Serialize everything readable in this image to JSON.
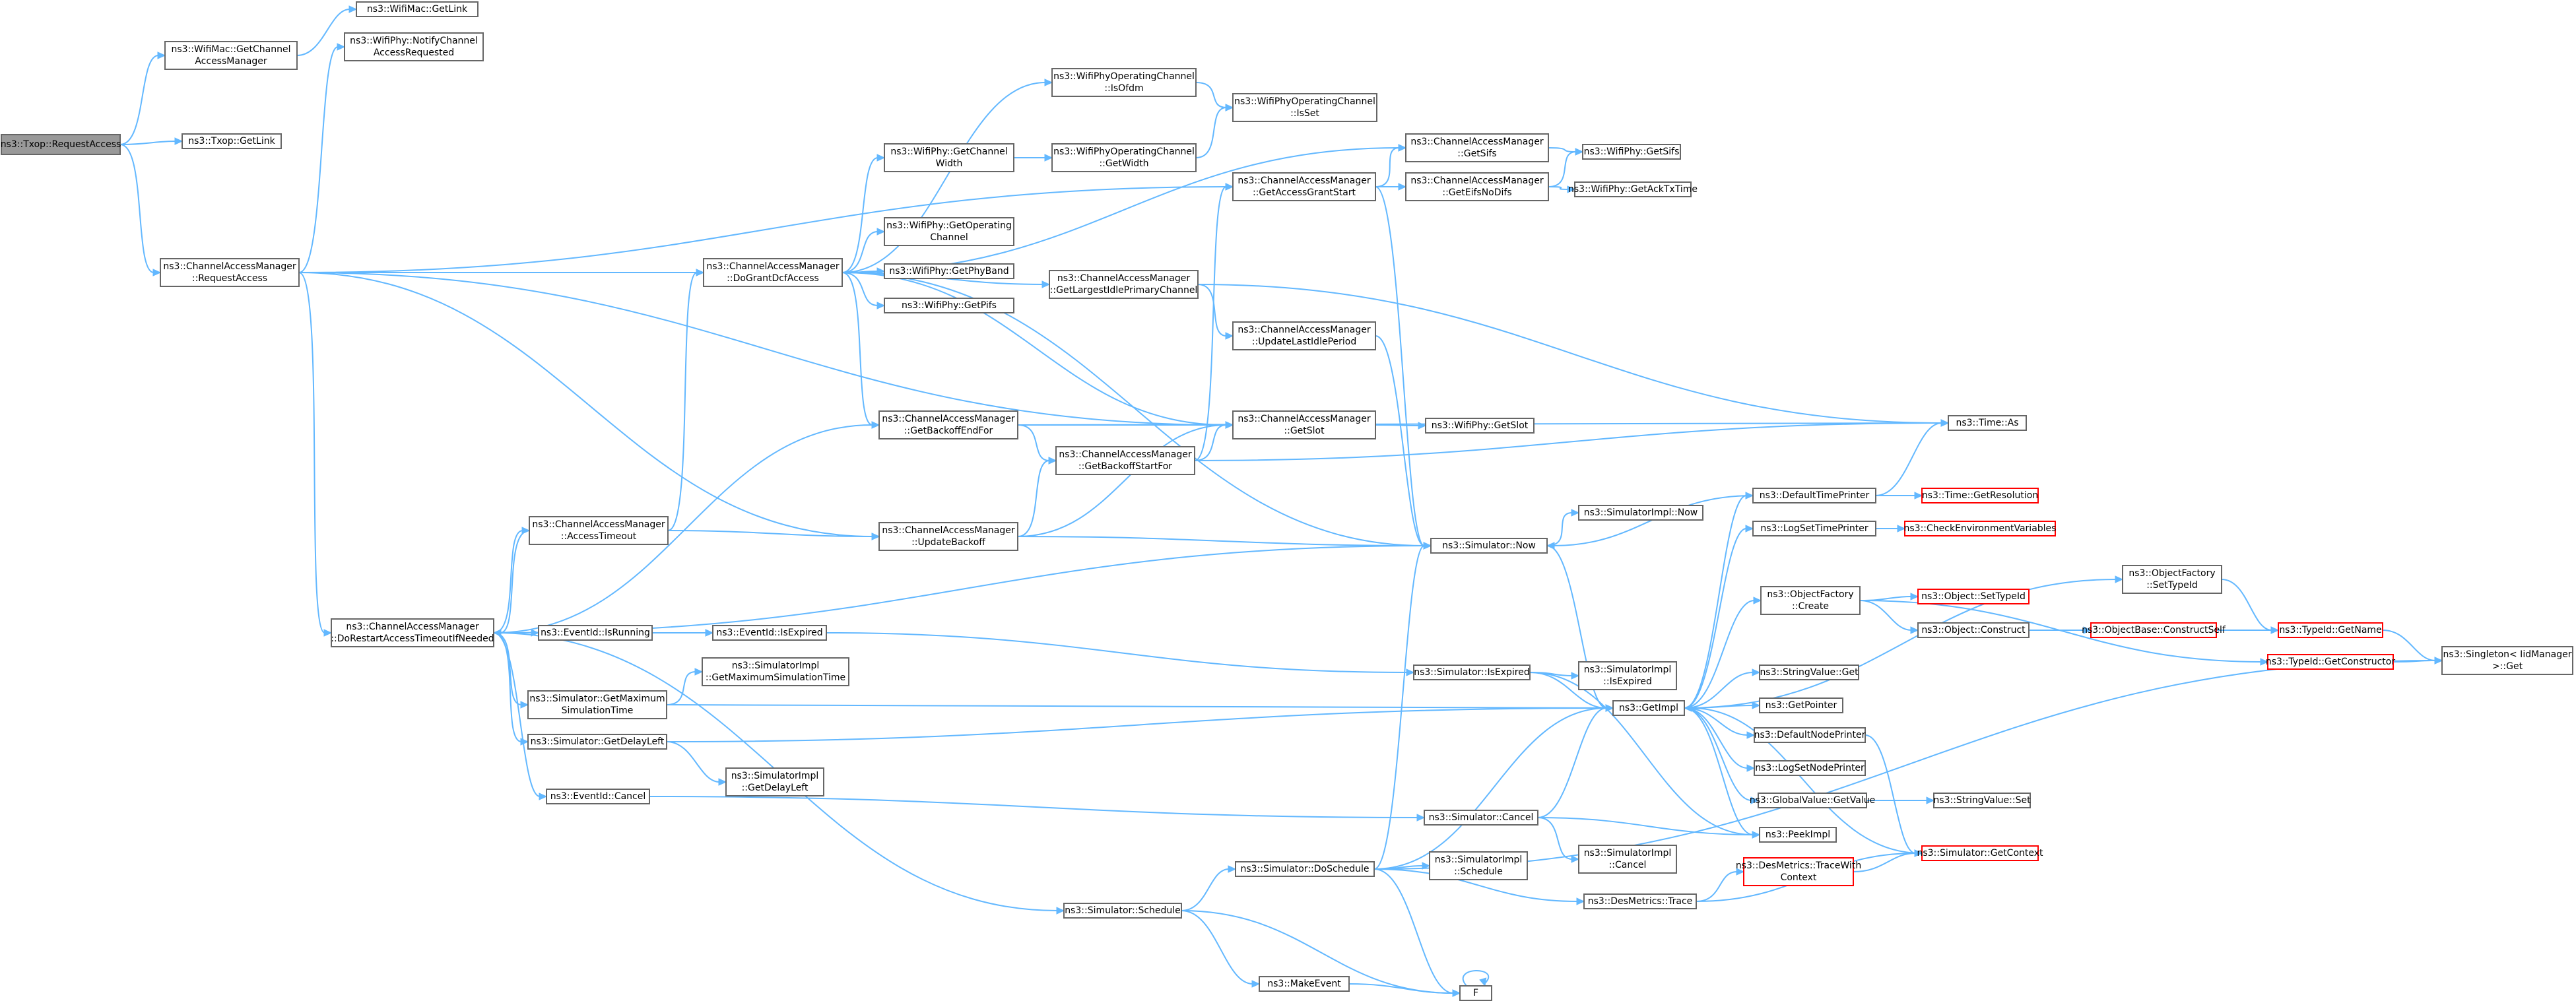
{
  "diagram": {
    "type": "call-graph",
    "nodes": [
      {
        "id": "root",
        "lines": [
          "ns3::Txop::RequestAccess"
        ],
        "style": "root"
      },
      {
        "id": "getca",
        "lines": [
          "ns3::WifiMac::GetChannel",
          "AccessManager"
        ]
      },
      {
        "id": "getlink_mac",
        "lines": [
          "ns3::WifiMac::GetLink"
        ]
      },
      {
        "id": "notify",
        "lines": [
          "ns3::WifiPhy::NotifyChannel",
          "AccessRequested"
        ]
      },
      {
        "id": "txop_getlink",
        "lines": [
          "ns3::Txop::GetLink"
        ]
      },
      {
        "id": "cam_req",
        "lines": [
          "ns3::ChannelAccessManager",
          "::RequestAccess"
        ]
      },
      {
        "id": "dogrant",
        "lines": [
          "ns3::ChannelAccessManager",
          "::DoGrantDcfAccess"
        ]
      },
      {
        "id": "isofdm",
        "lines": [
          "ns3::WifiPhyOperatingChannel",
          "::IsOfdm"
        ]
      },
      {
        "id": "isset",
        "lines": [
          "ns3::WifiPhyOperatingChannel",
          "::IsSet"
        ]
      },
      {
        "id": "getchwidth",
        "lines": [
          "ns3::WifiPhy::GetChannel",
          "Width"
        ]
      },
      {
        "id": "getwidth",
        "lines": [
          "ns3::WifiPhyOperatingChannel",
          "::GetWidth"
        ]
      },
      {
        "id": "getopch",
        "lines": [
          "ns3::WifiPhy::GetOperating",
          "Channel"
        ]
      },
      {
        "id": "getphyband",
        "lines": [
          "ns3::WifiPhy::GetPhyBand"
        ]
      },
      {
        "id": "getpifs",
        "lines": [
          "ns3::WifiPhy::GetPifs"
        ]
      },
      {
        "id": "getlargest",
        "lines": [
          "ns3::ChannelAccessManager",
          "::GetLargestIdlePrimaryChannel"
        ]
      },
      {
        "id": "updlastidle",
        "lines": [
          "ns3::ChannelAccessManager",
          "::UpdateLastIdlePeriod"
        ]
      },
      {
        "id": "getaccessgrant",
        "lines": [
          "ns3::ChannelAccessManager",
          "::GetAccessGrantStart"
        ]
      },
      {
        "id": "cam_getsifs",
        "lines": [
          "ns3::ChannelAccessManager",
          "::GetSifs"
        ]
      },
      {
        "id": "cam_geteifs",
        "lines": [
          "ns3::ChannelAccessManager",
          "::GetEifsNoDifs"
        ]
      },
      {
        "id": "phy_getsifs",
        "lines": [
          "ns3::WifiPhy::GetSifs"
        ]
      },
      {
        "id": "getacktx",
        "lines": [
          "ns3::WifiPhy::GetAckTxTime"
        ]
      },
      {
        "id": "getbackoffend",
        "lines": [
          "ns3::ChannelAccessManager",
          "::GetBackoffEndFor"
        ]
      },
      {
        "id": "getbackoffstart",
        "lines": [
          "ns3::ChannelAccessManager",
          "::GetBackoffStartFor"
        ]
      },
      {
        "id": "cam_getslot",
        "lines": [
          "ns3::ChannelAccessManager",
          "::GetSlot"
        ]
      },
      {
        "id": "phy_getslot",
        "lines": [
          "ns3::WifiPhy::GetSlot"
        ]
      },
      {
        "id": "timeas",
        "lines": [
          "ns3::Time::As"
        ]
      },
      {
        "id": "accesstimeout",
        "lines": [
          "ns3::ChannelAccessManager",
          "::AccessTimeout"
        ]
      },
      {
        "id": "updbackoff",
        "lines": [
          "ns3::ChannelAccessManager",
          "::UpdateBackoff"
        ]
      },
      {
        "id": "simnow",
        "lines": [
          "ns3::Simulator::Now"
        ]
      },
      {
        "id": "simimplnow",
        "lines": [
          "ns3::SimulatorImpl::Now"
        ]
      },
      {
        "id": "defaulttime",
        "lines": [
          "ns3::DefaultTimePrinter"
        ]
      },
      {
        "id": "getres",
        "lines": [
          "ns3::Time::GetResolution"
        ],
        "style": "trunc"
      },
      {
        "id": "logsettime",
        "lines": [
          "ns3::LogSetTimePrinter"
        ]
      },
      {
        "id": "checkenv",
        "lines": [
          "ns3::CheckEnvironmentVariables"
        ],
        "style": "trunc"
      },
      {
        "id": "dorestart",
        "lines": [
          "ns3::ChannelAccessManager",
          "::DoRestartAccessTimeoutIfNeeded"
        ]
      },
      {
        "id": "isrunning",
        "lines": [
          "ns3::EventId::IsRunning"
        ]
      },
      {
        "id": "isexpired",
        "lines": [
          "ns3::EventId::IsExpired"
        ]
      },
      {
        "id": "getmaxsim",
        "lines": [
          "ns3::Simulator::GetMaximum",
          "SimulationTime"
        ]
      },
      {
        "id": "impl_getmax",
        "lines": [
          "ns3::SimulatorImpl",
          "::GetMaximumSimulationTime"
        ]
      },
      {
        "id": "getdelayleft",
        "lines": [
          "ns3::Simulator::GetDelayLeft"
        ]
      },
      {
        "id": "impl_getdelay",
        "lines": [
          "ns3::SimulatorImpl",
          "::GetDelayLeft"
        ]
      },
      {
        "id": "evcancel",
        "lines": [
          "ns3::EventId::Cancel"
        ]
      },
      {
        "id": "sim_isexp",
        "lines": [
          "ns3::Simulator::IsExpired"
        ]
      },
      {
        "id": "impl_isexp",
        "lines": [
          "ns3::SimulatorImpl",
          "::IsExpired"
        ]
      },
      {
        "id": "getimpl",
        "lines": [
          "ns3::GetImpl"
        ]
      },
      {
        "id": "objfactcreate",
        "lines": [
          "ns3::ObjectFactory",
          "::Create"
        ]
      },
      {
        "id": "objsettype",
        "lines": [
          "ns3::Object::SetTypeId"
        ],
        "style": "trunc"
      },
      {
        "id": "objconstruct",
        "lines": [
          "ns3::Object::Construct"
        ]
      },
      {
        "id": "constructself",
        "lines": [
          "ns3::ObjectBase::ConstructSelf"
        ],
        "style": "trunc"
      },
      {
        "id": "typegetname",
        "lines": [
          "ns3::TypeId::GetName"
        ],
        "style": "trunc"
      },
      {
        "id": "typegetctor",
        "lines": [
          "ns3::TypeId::GetConstructor"
        ],
        "style": "trunc"
      },
      {
        "id": "objfactsettype",
        "lines": [
          "ns3::ObjectFactory",
          "::SetTypeId"
        ]
      },
      {
        "id": "singleton",
        "lines": [
          "ns3::Singleton< IidManager",
          ">::Get"
        ]
      },
      {
        "id": "strget",
        "lines": [
          "ns3::StringValue::Get"
        ]
      },
      {
        "id": "getpointer",
        "lines": [
          "ns3::GetPointer"
        ]
      },
      {
        "id": "defnodeprinter",
        "lines": [
          "ns3::DefaultNodePrinter"
        ]
      },
      {
        "id": "logsetnode",
        "lines": [
          "ns3::LogSetNodePrinter"
        ]
      },
      {
        "id": "gvget",
        "lines": [
          "ns3::GlobalValue::GetValue"
        ]
      },
      {
        "id": "strset",
        "lines": [
          "ns3::StringValue::Set"
        ]
      },
      {
        "id": "peekimpl",
        "lines": [
          "ns3::PeekImpl"
        ]
      },
      {
        "id": "simcancel",
        "lines": [
          "ns3::Simulator::Cancel"
        ]
      },
      {
        "id": "impl_cancel",
        "lines": [
          "ns3::SimulatorImpl",
          "::Cancel"
        ]
      },
      {
        "id": "simgetctx",
        "lines": [
          "ns3::Simulator::GetContext"
        ],
        "style": "trunc"
      },
      {
        "id": "destrace",
        "lines": [
          "ns3::DesMetrics::TraceWith",
          "Context"
        ],
        "style": "trunc"
      },
      {
        "id": "desmtrace",
        "lines": [
          "ns3::DesMetrics::Trace"
        ]
      },
      {
        "id": "doschedule",
        "lines": [
          "ns3::Simulator::DoSchedule"
        ]
      },
      {
        "id": "impl_sched",
        "lines": [
          "ns3::SimulatorImpl",
          "::Schedule"
        ]
      },
      {
        "id": "simschedule",
        "lines": [
          "ns3::Simulator::Schedule"
        ]
      },
      {
        "id": "makeevent",
        "lines": [
          "ns3::MakeEvent"
        ]
      },
      {
        "id": "F",
        "lines": [
          "F"
        ]
      }
    ],
    "edges": [
      [
        "root",
        "getca"
      ],
      [
        "root",
        "txop_getlink"
      ],
      [
        "root",
        "cam_req"
      ],
      [
        "getca",
        "getlink_mac"
      ],
      [
        "cam_req",
        "notify"
      ],
      [
        "cam_req",
        "dogrant"
      ],
      [
        "cam_req",
        "getaccessgrant"
      ],
      [
        "cam_req",
        "dorestart"
      ],
      [
        "cam_req",
        "updbackoff"
      ],
      [
        "cam_req",
        "cam_getslot"
      ],
      [
        "dogrant",
        "isofdm"
      ],
      [
        "dogrant",
        "getchwidth"
      ],
      [
        "dogrant",
        "getopch"
      ],
      [
        "dogrant",
        "getphyband"
      ],
      [
        "dogrant",
        "getpifs"
      ],
      [
        "dogrant",
        "getlargest"
      ],
      [
        "dogrant",
        "cam_getsifs"
      ],
      [
        "dogrant",
        "getbackoffend"
      ],
      [
        "dogrant",
        "cam_getslot"
      ],
      [
        "dogrant",
        "simnow"
      ],
      [
        "isofdm",
        "isset"
      ],
      [
        "getchwidth",
        "getwidth"
      ],
      [
        "getwidth",
        "isset"
      ],
      [
        "getlargest",
        "updlastidle"
      ],
      [
        "getlargest",
        "timeas"
      ],
      [
        "updlastidle",
        "simnow"
      ],
      [
        "getaccessgrant",
        "cam_getsifs"
      ],
      [
        "getaccessgrant",
        "cam_geteifs"
      ],
      [
        "getaccessgrant",
        "simnow"
      ],
      [
        "cam_getsifs",
        "phy_getsifs"
      ],
      [
        "cam_geteifs",
        "phy_getsifs"
      ],
      [
        "cam_geteifs",
        "getacktx"
      ],
      [
        "getbackoffend",
        "getbackoffstart"
      ],
      [
        "getbackoffend",
        "cam_getslot"
      ],
      [
        "getbackoffend",
        "timeas"
      ],
      [
        "getbackoffstart",
        "getaccessgrant"
      ],
      [
        "getbackoffstart",
        "cam_getslot"
      ],
      [
        "getbackoffstart",
        "timeas"
      ],
      [
        "cam_getslot",
        "phy_getslot"
      ],
      [
        "accesstimeout",
        "dogrant"
      ],
      [
        "accesstimeout",
        "dorestart"
      ],
      [
        "accesstimeout",
        "updbackoff"
      ],
      [
        "updbackoff",
        "getbackoffstart"
      ],
      [
        "updbackoff",
        "cam_getslot"
      ],
      [
        "updbackoff",
        "simnow"
      ],
      [
        "dorestart",
        "getbackoffend"
      ],
      [
        "dorestart",
        "accesstimeout"
      ],
      [
        "dorestart",
        "isrunning"
      ],
      [
        "dorestart",
        "isexpired"
      ],
      [
        "dorestart",
        "getmaxsim"
      ],
      [
        "dorestart",
        "getdelayleft"
      ],
      [
        "dorestart",
        "evcancel"
      ],
      [
        "dorestart",
        "simschedule"
      ],
      [
        "dorestart",
        "simnow"
      ],
      [
        "isrunning",
        "isexpired"
      ],
      [
        "isexpired",
        "sim_isexp"
      ],
      [
        "getmaxsim",
        "impl_getmax"
      ],
      [
        "getmaxsim",
        "getimpl"
      ],
      [
        "getdelayleft",
        "impl_getdelay"
      ],
      [
        "getdelayleft",
        "getimpl"
      ],
      [
        "evcancel",
        "simcancel"
      ],
      [
        "simnow",
        "simimplnow"
      ],
      [
        "simnow",
        "getimpl"
      ],
      [
        "defaulttime",
        "simnow"
      ],
      [
        "defaulttime",
        "getres"
      ],
      [
        "defaulttime",
        "timeas"
      ],
      [
        "logsettime",
        "checkenv"
      ],
      [
        "sim_isexp",
        "impl_isexp"
      ],
      [
        "sim_isexp",
        "getimpl"
      ],
      [
        "sim_isexp",
        "peekimpl"
      ],
      [
        "getimpl",
        "defaulttime"
      ],
      [
        "getimpl",
        "logsettime"
      ],
      [
        "getimpl",
        "objfactcreate"
      ],
      [
        "getimpl",
        "objfactsettype"
      ],
      [
        "getimpl",
        "strget"
      ],
      [
        "getimpl",
        "getpointer"
      ],
      [
        "getimpl",
        "defnodeprinter"
      ],
      [
        "getimpl",
        "logsetnode"
      ],
      [
        "getimpl",
        "gvget"
      ],
      [
        "getimpl",
        "peekimpl"
      ],
      [
        "objfactcreate",
        "objsettype"
      ],
      [
        "objfactcreate",
        "objconstruct"
      ],
      [
        "objfactcreate",
        "typegetctor"
      ],
      [
        "objconstruct",
        "constructself"
      ],
      [
        "constructself",
        "typegetname"
      ],
      [
        "objfactsettype",
        "typegetname"
      ],
      [
        "typegetname",
        "singleton"
      ],
      [
        "typegetctor",
        "singleton"
      ],
      [
        "gvget",
        "strset"
      ],
      [
        "defnodeprinter",
        "simgetctx"
      ],
      [
        "simcancel",
        "impl_cancel"
      ],
      [
        "simcancel",
        "getimpl"
      ],
      [
        "simcancel",
        "peekimpl"
      ],
      [
        "desmtrace",
        "destrace"
      ],
      [
        "desmtrace",
        "simgetctx"
      ],
      [
        "destrace",
        "simgetctx"
      ],
      [
        "simgetctx",
        "getimpl"
      ],
      [
        "doschedule",
        "simnow"
      ],
      [
        "doschedule",
        "getimpl"
      ],
      [
        "doschedule",
        "impl_sched"
      ],
      [
        "doschedule",
        "desmtrace"
      ],
      [
        "doschedule",
        "singleton"
      ],
      [
        "doschedule",
        "F"
      ],
      [
        "simschedule",
        "doschedule"
      ],
      [
        "simschedule",
        "makeevent"
      ],
      [
        "simschedule",
        "F"
      ],
      [
        "makeevent",
        "F"
      ],
      [
        "F",
        "F"
      ]
    ]
  }
}
